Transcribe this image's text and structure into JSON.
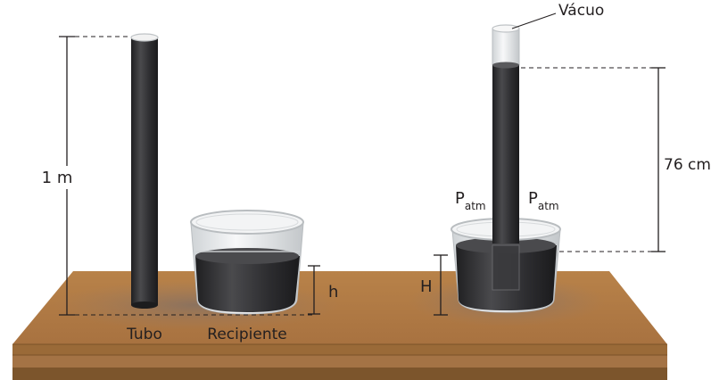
{
  "labels": {
    "height_1m": "1 m",
    "tube": "Tubo",
    "container": "Recipiente",
    "h": "h",
    "H": "H",
    "vacuum": "Vácuo",
    "height_76cm": "76 cm",
    "patm_base": "P",
    "patm_sub": "atm"
  },
  "colors": {
    "table_top": "#b07a43",
    "table_edge": "#8c5e2f",
    "table_leg": "#6e4a25",
    "mercury": "#3a3a3c",
    "mercury_dark": "#262628",
    "glass": "#e6e7e8",
    "guide_line": "#231f20"
  }
}
